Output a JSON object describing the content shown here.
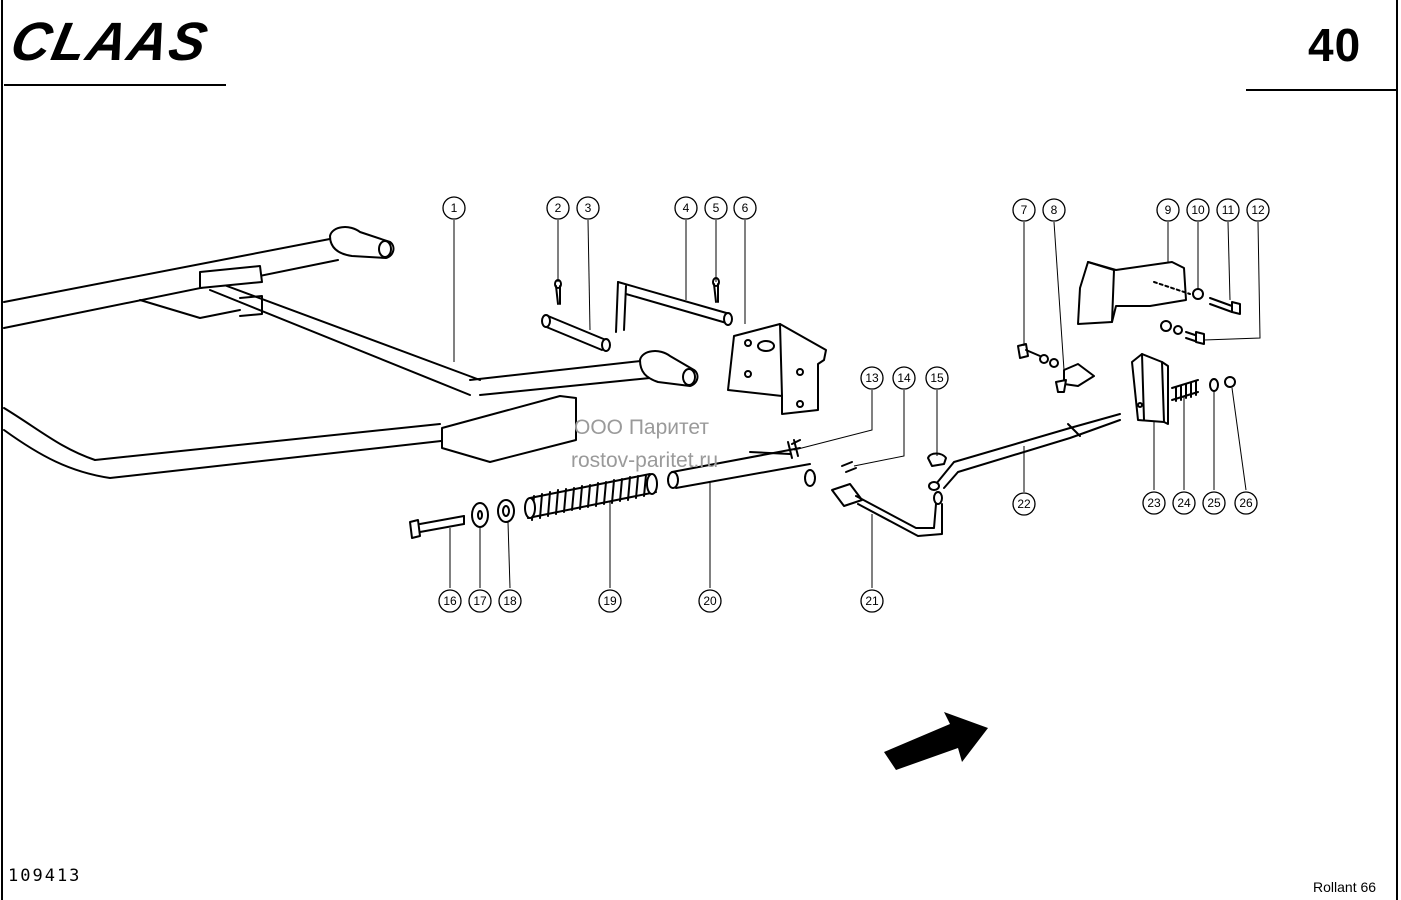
{
  "header": {
    "brand": "CLAAS",
    "page_number": "40"
  },
  "watermark": {
    "line1": "ООО Паритет",
    "line2": "rostov-paritet.ru"
  },
  "footer": {
    "drawing_number": "109413",
    "model": "Rollant 66"
  },
  "callouts": [
    {
      "num": "1"
    },
    {
      "num": "2"
    },
    {
      "num": "3"
    },
    {
      "num": "4"
    },
    {
      "num": "5"
    },
    {
      "num": "6"
    },
    {
      "num": "7"
    },
    {
      "num": "8"
    },
    {
      "num": "9"
    },
    {
      "num": "10"
    },
    {
      "num": "11"
    },
    {
      "num": "12"
    },
    {
      "num": "13"
    },
    {
      "num": "14"
    },
    {
      "num": "15"
    },
    {
      "num": "16"
    },
    {
      "num": "17"
    },
    {
      "num": "18"
    },
    {
      "num": "19"
    },
    {
      "num": "20"
    },
    {
      "num": "21"
    },
    {
      "num": "22"
    },
    {
      "num": "23"
    },
    {
      "num": "24"
    },
    {
      "num": "25"
    },
    {
      "num": "26"
    }
  ],
  "icons": {
    "direction_arrow": "travel-direction-arrow-icon"
  }
}
